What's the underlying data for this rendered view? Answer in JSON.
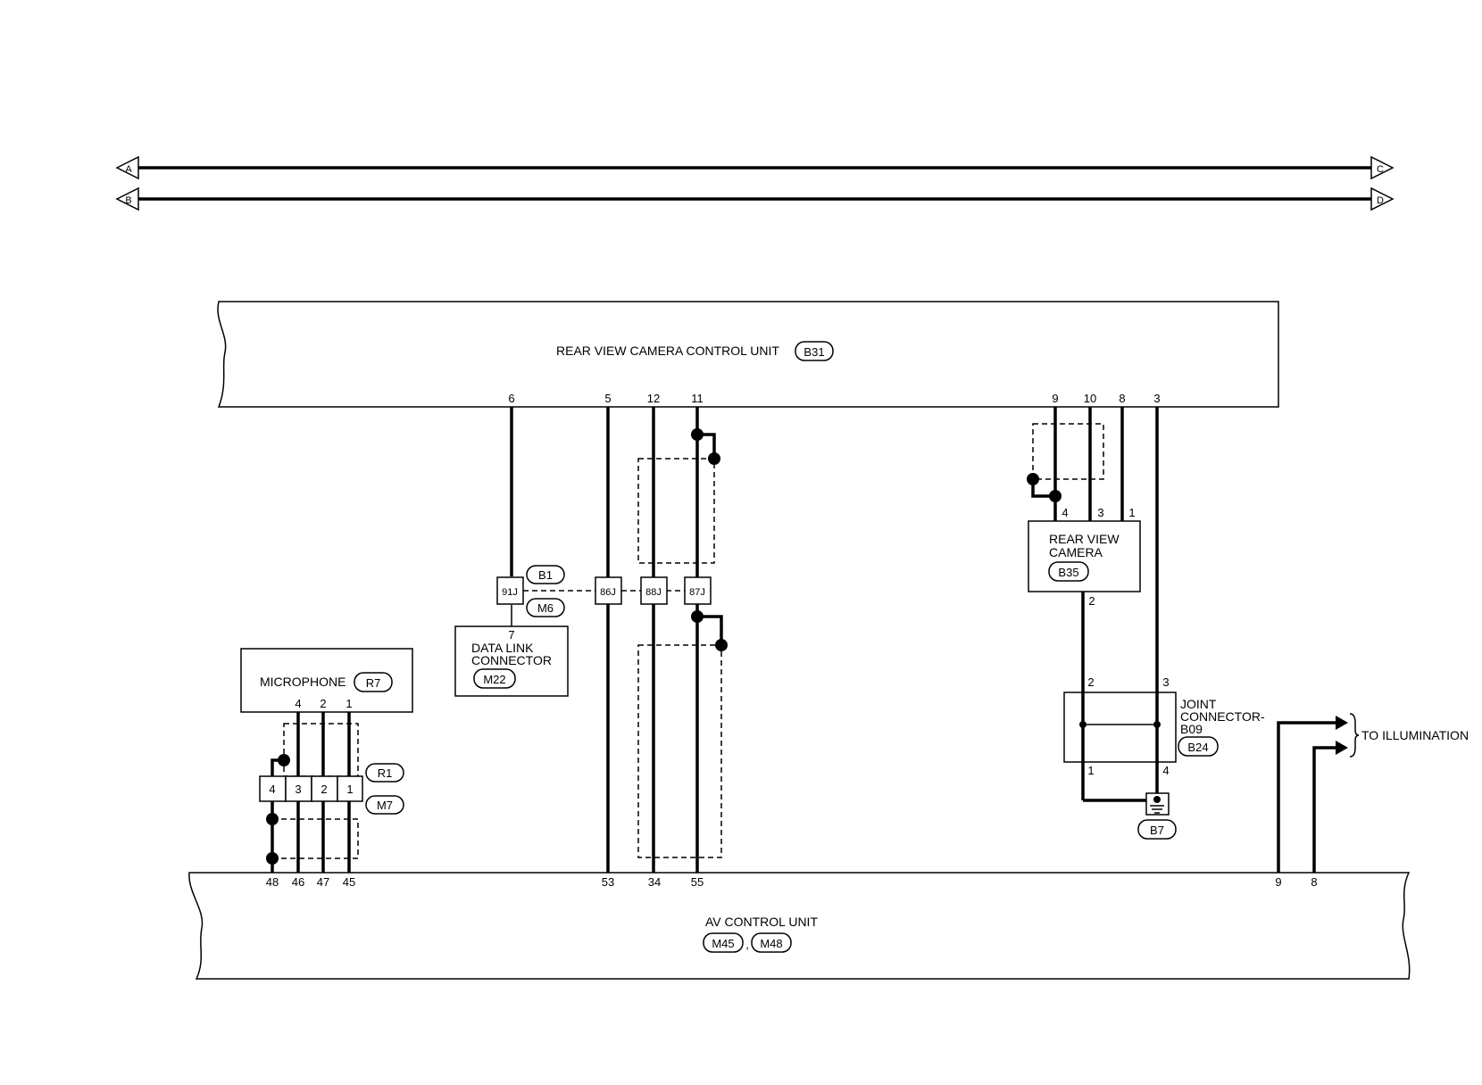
{
  "off_page": {
    "left": [
      "A",
      "B"
    ],
    "right": [
      "C",
      "D"
    ]
  },
  "camera_control_unit": {
    "name": "REAR VIEW CAMERA CONTROL UNIT",
    "connector": "B31",
    "pins": [
      "6",
      "5",
      "12",
      "11",
      "9",
      "10",
      "8",
      "3"
    ]
  },
  "av_control_unit": {
    "name": "AV CONTROL UNIT",
    "connectors": [
      "M45",
      "M48"
    ],
    "separator": ",",
    "pins": [
      "48",
      "46",
      "47",
      "45",
      "53",
      "34",
      "55",
      "9",
      "8"
    ]
  },
  "microphone": {
    "name": "MICROPHONE",
    "connector": "R7",
    "pins": [
      "4",
      "2",
      "1"
    ]
  },
  "harness_connector_mic": {
    "connectors": [
      "R1",
      "M7"
    ],
    "cavities": [
      "4",
      "3",
      "2",
      "1"
    ]
  },
  "harness_connector_b1_m6": {
    "connectors": [
      "B1",
      "M6"
    ],
    "terminals": [
      "91J",
      "86J",
      "88J",
      "87J"
    ]
  },
  "data_link_connector": {
    "pin": "7",
    "name_line1": "DATA LINK",
    "name_line2": "CONNECTOR",
    "connector": "M22"
  },
  "rear_view_camera": {
    "name_line1": "REAR VIEW",
    "name_line2": "CAMERA",
    "connector": "B35",
    "top_pins": [
      "4",
      "3",
      "1"
    ],
    "bottom_pin": "2"
  },
  "joint_connector": {
    "name_line1": "JOINT",
    "name_line2": "CONNECTOR-",
    "name_line3": "B09",
    "connector": "B24",
    "top_pins": [
      "2",
      "3"
    ],
    "bottom_pins": [
      "1",
      "4"
    ]
  },
  "ground": {
    "connector": "B7"
  },
  "illumination": {
    "label": "TO ILLUMINATION"
  }
}
